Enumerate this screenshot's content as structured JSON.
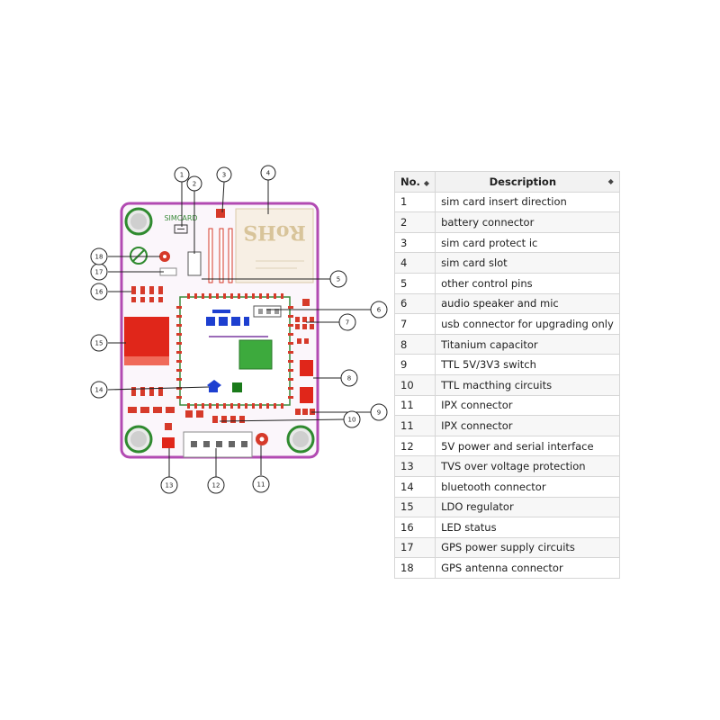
{
  "board": {
    "silkscreen_simcard": "SIMCARD",
    "silkscreen_rohs": "RoHS",
    "callouts": [
      "1",
      "2",
      "3",
      "4",
      "5",
      "6",
      "7",
      "8",
      "9",
      "10",
      "11",
      "12",
      "13",
      "14",
      "15",
      "16",
      "17",
      "18"
    ]
  },
  "table": {
    "headers": {
      "no": "No.",
      "description": "Description"
    },
    "sort_icon": "sort-icon",
    "rows": [
      {
        "no": "1",
        "description": "sim card insert direction"
      },
      {
        "no": "2",
        "description": "battery connector"
      },
      {
        "no": "3",
        "description": "sim card protect ic"
      },
      {
        "no": "4",
        "description": "sim card slot"
      },
      {
        "no": "5",
        "description": "other control pins"
      },
      {
        "no": "6",
        "description": "audio speaker and mic"
      },
      {
        "no": "7",
        "description": "usb connector for upgrading only"
      },
      {
        "no": "8",
        "description": "Titanium capacitor"
      },
      {
        "no": "9",
        "description": "TTL 5V/3V3 switch"
      },
      {
        "no": "10",
        "description": "TTL macthing circuits"
      },
      {
        "no": "11",
        "description": "IPX connector"
      },
      {
        "no": "11",
        "description": "IPX connector"
      },
      {
        "no": "12",
        "description": "5V power and serial interface"
      },
      {
        "no": "13",
        "description": "TVS over voltage protection"
      },
      {
        "no": "14",
        "description": "bluetooth connector"
      },
      {
        "no": "15",
        "description": "LDO regulator"
      },
      {
        "no": "16",
        "description": "LED status"
      },
      {
        "no": "17",
        "description": "GPS power supply circuits"
      },
      {
        "no": "18",
        "description": "GPS antenna connector"
      }
    ]
  }
}
